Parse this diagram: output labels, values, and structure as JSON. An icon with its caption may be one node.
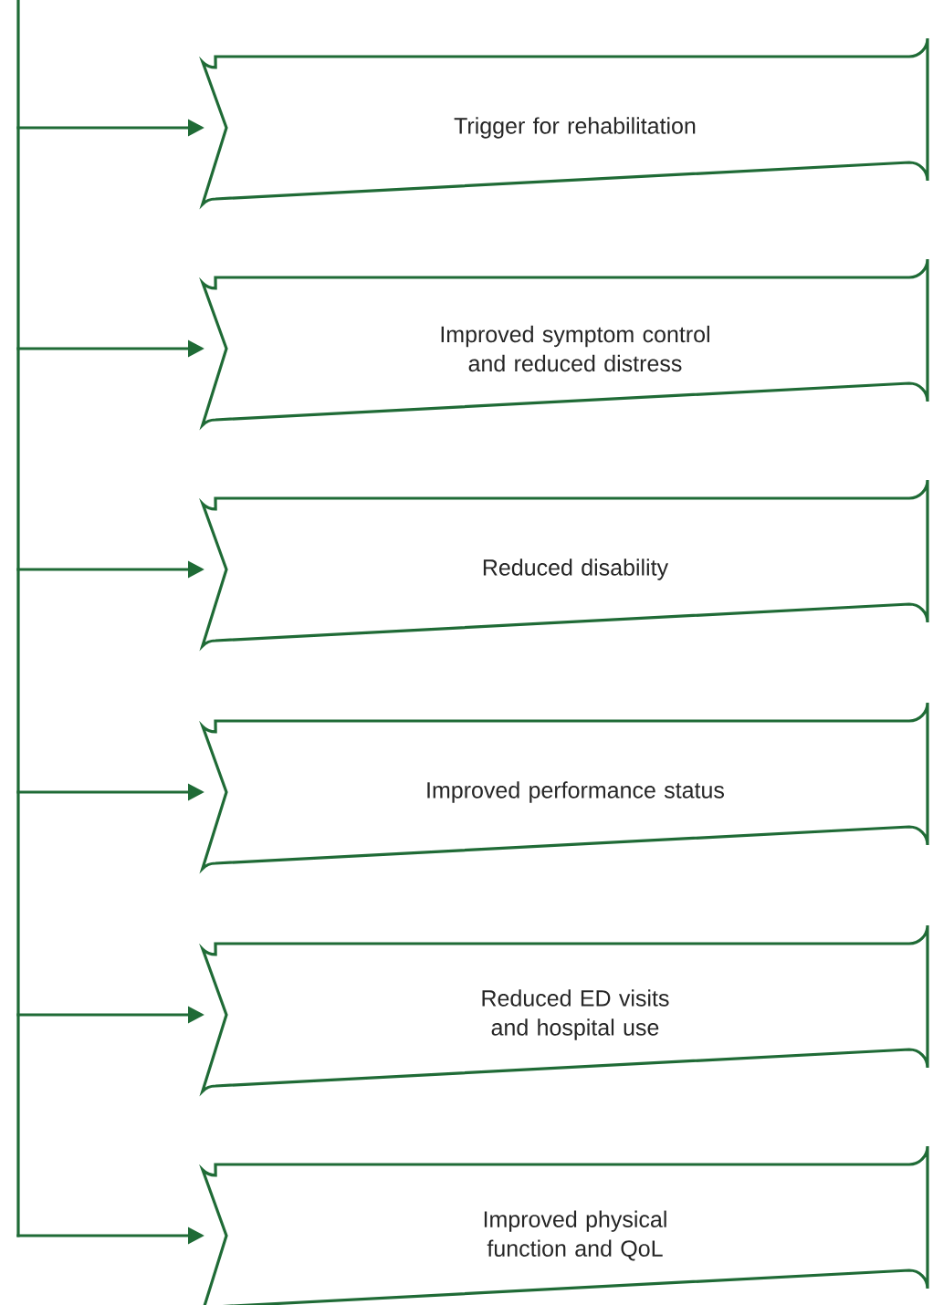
{
  "diagram": {
    "nodes": [
      {
        "text": [
          "Trigger for rehabilitation"
        ]
      },
      {
        "text": [
          "Improved symptom control and reduced distress"
        ]
      },
      {
        "text": [
          "Reduced disability"
        ]
      },
      {
        "text": [
          "Improved performance status"
        ]
      },
      {
        "text": [
          "Reduced ED visits and hospital use"
        ]
      },
      {
        "text": [
          "Improved physical function and QoL"
        ]
      }
    ],
    "edges": [
      {
        "from": null,
        "to": 0,
        "arrow": "to"
      },
      {
        "from": null,
        "to": 1,
        "arrow": "to"
      },
      {
        "from": null,
        "to": 2,
        "arrow": "to"
      },
      {
        "from": null,
        "to": 3,
        "arrow": "to"
      },
      {
        "from": null,
        "to": 4,
        "arrow": "to"
      },
      {
        "from": null,
        "to": 5,
        "arrow": "to"
      }
    ]
  }
}
